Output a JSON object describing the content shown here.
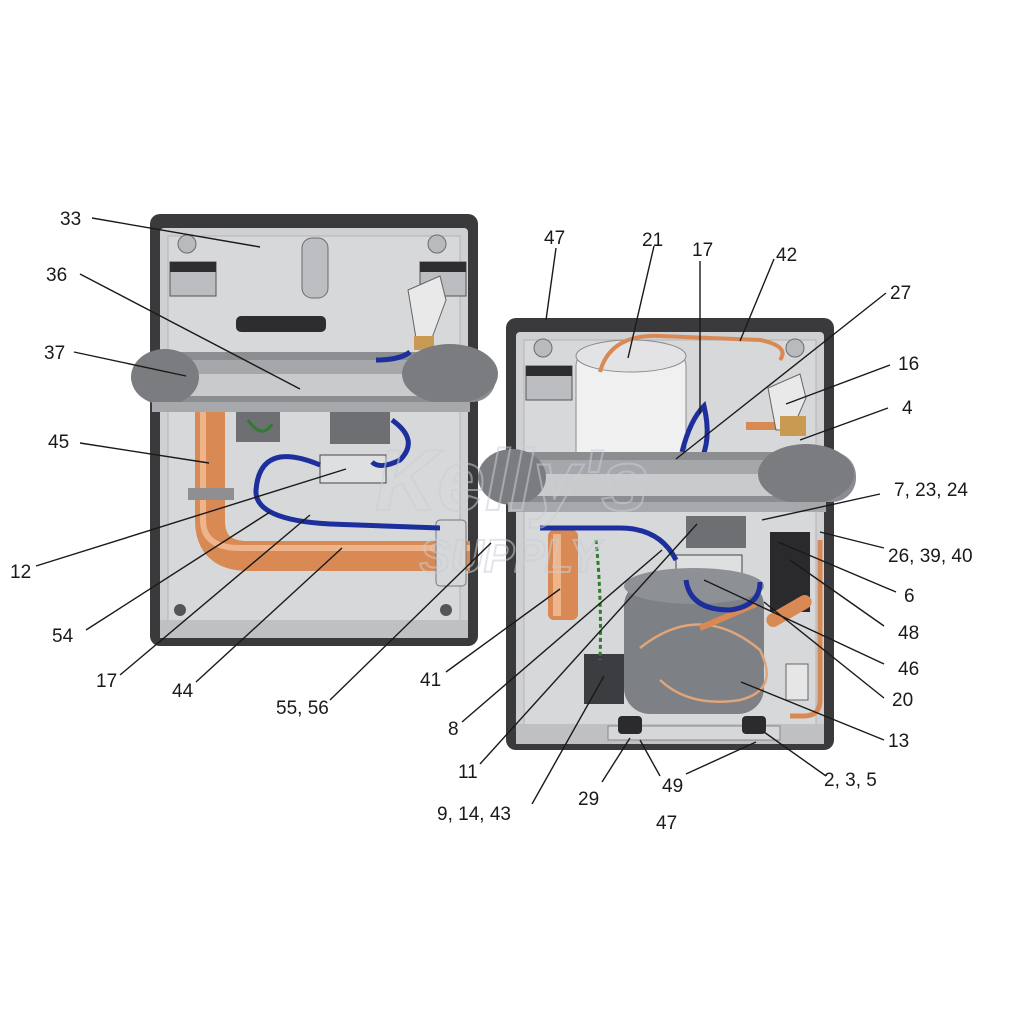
{
  "watermark": {
    "line1": "Kelly's",
    "line2": "SUPPLY"
  },
  "colors": {
    "cabinet_dark": "#3a3a3c",
    "cabinet_panel": "#cfd0d2",
    "cabinet_frame": "#bfc0c2",
    "bumper": "#8b8d90",
    "copper": "#d98a54",
    "copper_light": "#eeb48a",
    "wire_blue": "#1d2f9c",
    "compressor": "#7d8084",
    "text": "#1a1a1a"
  },
  "callouts": [
    {
      "id": "c33",
      "text": "33"
    },
    {
      "id": "c36",
      "text": "36"
    },
    {
      "id": "c37",
      "text": "37"
    },
    {
      "id": "c45",
      "text": "45"
    },
    {
      "id": "c12",
      "text": "12"
    },
    {
      "id": "c54",
      "text": "54"
    },
    {
      "id": "c17a",
      "text": "17"
    },
    {
      "id": "c44",
      "text": "44"
    },
    {
      "id": "c5556",
      "text": "55, 56"
    },
    {
      "id": "c41",
      "text": "41"
    },
    {
      "id": "c8",
      "text": "8"
    },
    {
      "id": "c11",
      "text": "11"
    },
    {
      "id": "c91443",
      "text": "9, 14, 43"
    },
    {
      "id": "c29",
      "text": "29"
    },
    {
      "id": "c49",
      "text": "49"
    },
    {
      "id": "c47b",
      "text": "47"
    },
    {
      "id": "c235",
      "text": "2, 3, 5"
    },
    {
      "id": "c13",
      "text": "13"
    },
    {
      "id": "c20",
      "text": "20"
    },
    {
      "id": "c46",
      "text": "46"
    },
    {
      "id": "c48",
      "text": "48"
    },
    {
      "id": "c6",
      "text": "6"
    },
    {
      "id": "c263940",
      "text": "26, 39, 40"
    },
    {
      "id": "c72324",
      "text": "7, 23, 24"
    },
    {
      "id": "c4",
      "text": "4"
    },
    {
      "id": "c16",
      "text": "16"
    },
    {
      "id": "c27",
      "text": "27"
    },
    {
      "id": "c42",
      "text": "42"
    },
    {
      "id": "c17b",
      "text": "17"
    },
    {
      "id": "c21",
      "text": "21"
    },
    {
      "id": "c47a",
      "text": "47"
    }
  ]
}
